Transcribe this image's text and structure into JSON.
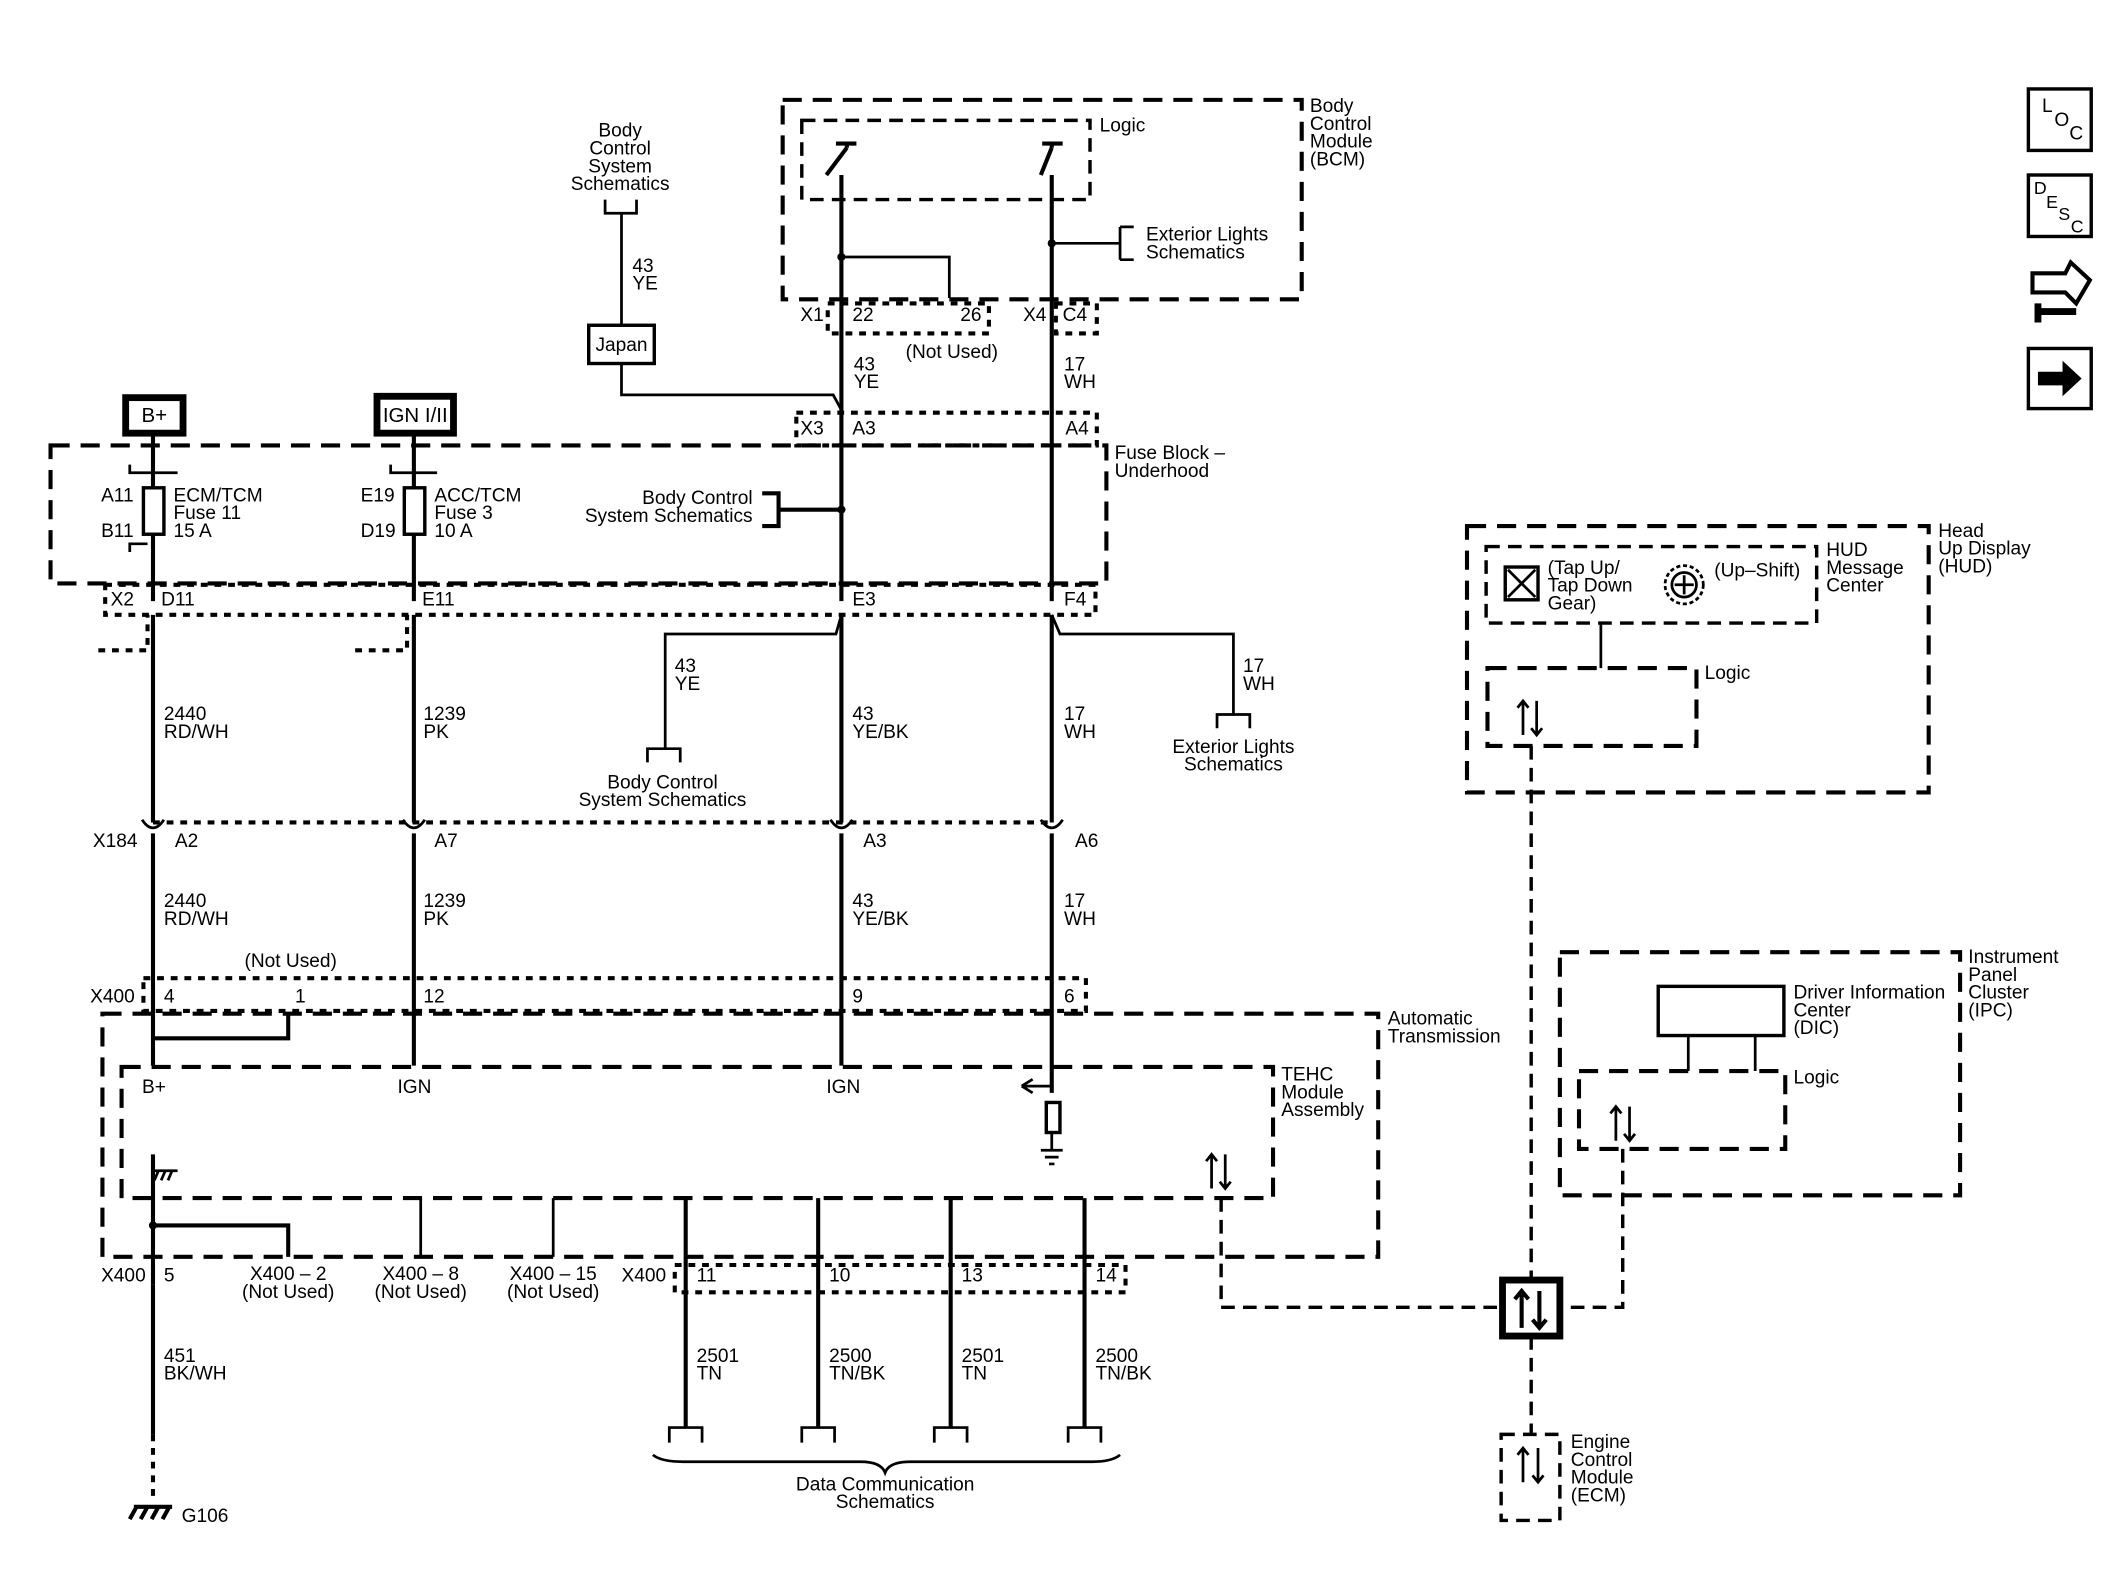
{
  "icons": {
    "loc": [
      "L",
      "O",
      "C"
    ],
    "desc": [
      "D",
      "E",
      "S",
      "C"
    ],
    "names": [
      "loc-icon",
      "desc-icon",
      "connector-end-view-icon",
      "next-page-arrow-icon"
    ]
  },
  "power": {
    "b_plus": "B+",
    "ign": "IGN I/II"
  },
  "bcm": {
    "title": [
      "Body",
      "Control",
      "Module",
      "(BCM)"
    ],
    "logic": "Logic",
    "ext_lights": [
      "Exterior Lights",
      "Schematics"
    ],
    "x1": "X1",
    "p22": "22",
    "p26": "26",
    "not_used": "(Not Used)",
    "x4": "X4",
    "c4": "C4"
  },
  "bcs_top": [
    "Body",
    "Control",
    "System",
    "Schematics"
  ],
  "japan": "Japan",
  "w43ye_top": [
    "43",
    "YE"
  ],
  "w43ye_a": [
    "43",
    "YE"
  ],
  "w17wh_a": [
    "17",
    "WH"
  ],
  "fuse_block": {
    "title": [
      "Fuse Block –",
      "Underhood"
    ],
    "x3": "X3",
    "a3": "A3",
    "a4": "A4",
    "a11": "A11",
    "b11": "B11",
    "e19": "E19",
    "d19": "D19",
    "fuse11": [
      "ECM/TCM",
      "Fuse 11",
      "15 A"
    ],
    "fuse3": [
      "ACC/TCM",
      "Fuse 3",
      "10 A"
    ],
    "bcs": [
      "Body Control",
      "System Schematics"
    ],
    "x2": "X2",
    "d11": "D11",
    "e11": "E11",
    "e3": "E3",
    "f4": "F4"
  },
  "mid_wires": {
    "w43ye_b": [
      "43",
      "YE"
    ],
    "w17wh_b": [
      "17",
      "WH"
    ],
    "bcs_mid": [
      "Body Control",
      "System Schematics"
    ],
    "ext_mid": [
      "Exterior Lights",
      "Schematics"
    ],
    "w2440": [
      "2440",
      "RD/WH"
    ],
    "w1239": [
      "1239",
      "PK"
    ],
    "w43yebk": [
      "43",
      "YE/BK"
    ],
    "w17wh": [
      "17",
      "WH"
    ]
  },
  "x184": {
    "label": "X184",
    "a2": "A2",
    "a7": "A7",
    "a3": "A3",
    "a6": "A6"
  },
  "lower_wires": {
    "w2440": [
      "2440",
      "RD/WH"
    ],
    "w1239": [
      "1239",
      "PK"
    ],
    "w43yebk": [
      "43",
      "YE/BK"
    ],
    "w17wh": [
      "17",
      "WH"
    ]
  },
  "x400": {
    "label": "X400",
    "not_used": "(Not Used)",
    "p4": "4",
    "p1": "1",
    "p12": "12",
    "p9": "9",
    "p6": "6"
  },
  "trans": {
    "title": [
      "Automatic",
      "Transmission"
    ],
    "tehc": [
      "TEHC",
      "Module",
      "Assembly"
    ],
    "bplus": "B+",
    "ign1": "IGN",
    "ign2": "IGN"
  },
  "x400b": {
    "label": "X400",
    "p5": "5",
    "p2": [
      "X400 – 2",
      "(Not Used)"
    ],
    "p8": [
      "X400 – 8",
      "(Not Used)"
    ],
    "p15": [
      "X400 – 15",
      "(Not Used)"
    ],
    "label2": "X400",
    "p11": "11",
    "p10": "10",
    "p13": "13",
    "p14": "14"
  },
  "bottom_wires": {
    "w451": [
      "451",
      "BK/WH"
    ],
    "w2501a": [
      "2501",
      "TN"
    ],
    "w2500a": [
      "2500",
      "TN/BK"
    ],
    "w2501b": [
      "2501",
      "TN"
    ],
    "w2500b": [
      "2500",
      "TN/BK"
    ]
  },
  "ground": "G106",
  "dcs": [
    "Data Communication",
    "Schematics"
  ],
  "hud": {
    "title": [
      "Head",
      "Up Display",
      "(HUD)"
    ],
    "msg": [
      "HUD",
      "Message",
      "Center"
    ],
    "tap": [
      "(Tap Up/",
      "Tap Down",
      "Gear)"
    ],
    "upshift": "(Up–Shift)",
    "logic": "Logic"
  },
  "ipc": {
    "title": [
      "Instrument",
      "Panel",
      "Cluster",
      "(IPC)"
    ],
    "dic": [
      "Driver Information",
      "Center",
      "(DIC)"
    ],
    "logic": "Logic"
  },
  "ecm": [
    "Engine",
    "Control",
    "Module",
    "(ECM)"
  ]
}
